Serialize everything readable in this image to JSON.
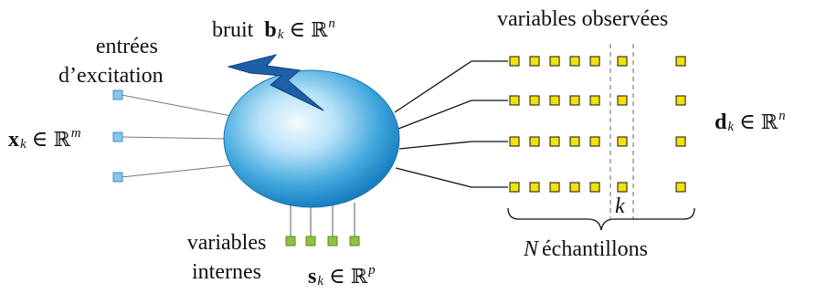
{
  "labels": {
    "bruit": "bruit",
    "entrees_line1": "entrées",
    "entrees_line2": "d’excitation",
    "variables_observees": "variables observées",
    "variables_internes_line1": "variables",
    "variables_internes_line2": "internes",
    "echantillons_N": "N",
    "echantillons_word": "échantillons",
    "k_marker": "k"
  },
  "math": {
    "b_symbol": "b",
    "b_sub": "k",
    "b_in": " ∈ ",
    "b_set": "ℝ",
    "b_sup": "n",
    "x_symbol": "x",
    "x_sub": "k",
    "x_in": " ∈ ",
    "x_set": "ℝ",
    "x_sup": "m",
    "s_symbol": "s",
    "s_sub": "k",
    "s_in": " ∈ ",
    "s_set": "ℝ",
    "s_sup": "p",
    "d_symbol": "d",
    "d_sub": "k",
    "d_in": " ∈ ",
    "d_set": "ℝ",
    "d_sup": "n"
  },
  "colors": {
    "system_body_center": "#eaf6ff",
    "system_body_edge": "#1b86c6",
    "noise_bolt": "#1d5fa8",
    "input_square": "#86c6ea",
    "internal_square": "#8cc43c",
    "observed_square": "#f2e20a",
    "line": "#555555"
  }
}
